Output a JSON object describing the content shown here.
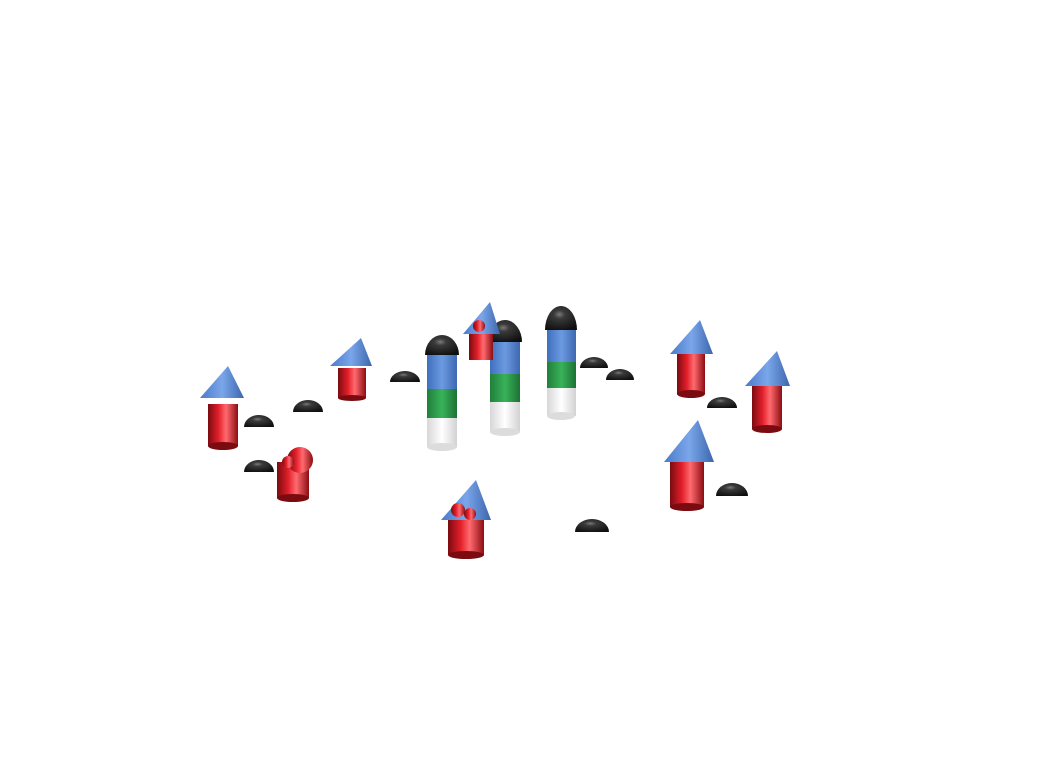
{
  "scene": {
    "background": "#ffffff",
    "colors": {
      "red": "#d11a22",
      "blue": "#5b8bd6",
      "green": "#2ea44f",
      "white": "#f4f4f4",
      "black": "#222222"
    },
    "pieces": {
      "towers": [
        {
          "stack": [
            "white",
            "green",
            "blue"
          ],
          "cap": "black"
        },
        {
          "stack": [
            "white",
            "green",
            "blue"
          ],
          "cap": "black"
        },
        {
          "stack": [
            "white",
            "green",
            "blue"
          ],
          "cap": "black"
        }
      ],
      "red_houses": [
        {
          "roof": "blue-cone",
          "has_ornament": false
        },
        {
          "roof": "blue-cone",
          "has_ornament": false
        },
        {
          "roof": "blue-cone",
          "has_ornament": true
        },
        {
          "roof": "blue-cone",
          "has_ornament": false
        },
        {
          "roof": "blue-cone",
          "has_ornament": false
        },
        {
          "roof": "blue-cone",
          "has_ornament": false
        },
        {
          "roof": "blue-cone",
          "has_ornament": true
        },
        {
          "roof": "none",
          "has_ornament": true
        }
      ],
      "black_domes": 12
    }
  }
}
